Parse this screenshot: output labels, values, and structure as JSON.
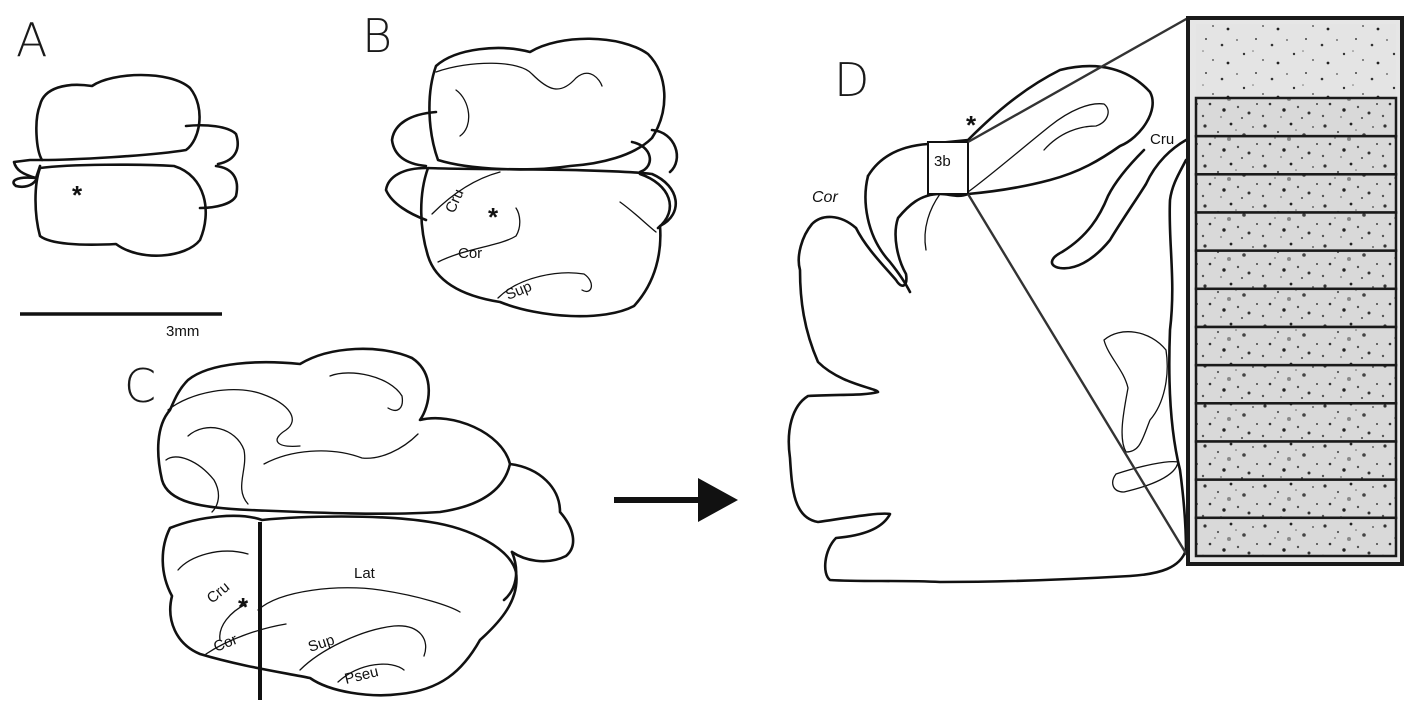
{
  "panels": {
    "a": {
      "letter": "A",
      "asterisk": "*"
    },
    "b": {
      "letter": "B",
      "asterisk": "*",
      "labels": {
        "cru": "Cru",
        "cor": "Cor",
        "sup": "Sup"
      }
    },
    "c": {
      "letter": "C",
      "asterisk": "*",
      "labels": {
        "cru": "Cru",
        "cor": "Cor",
        "lat": "Lat",
        "sup": "Sup",
        "pseu": "Pseu"
      }
    },
    "d": {
      "letter": "D",
      "asterisk": "*",
      "labels": {
        "cor": "Cor",
        "cru": "Cru",
        "box": "3b"
      }
    }
  },
  "scale_bar": {
    "label": "3mm"
  },
  "micrograph": {
    "band_count": 12
  }
}
